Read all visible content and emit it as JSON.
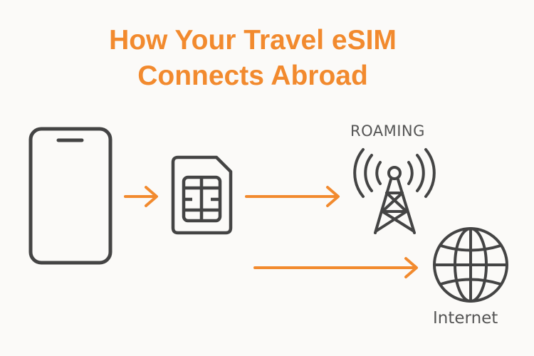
{
  "title": {
    "line1": "How Your Travel eSIM",
    "line2": "Connects Abroad"
  },
  "labels": {
    "roaming": "ROAMING",
    "internet": "Internet"
  },
  "colors": {
    "accent": "#f28a2e",
    "outline": "#444444",
    "label_text": "#555555",
    "background": "#fbfaf8"
  },
  "icons": [
    "phone-icon",
    "sim-card-icon",
    "cell-tower-icon",
    "globe-icon",
    "arrow-icon"
  ]
}
